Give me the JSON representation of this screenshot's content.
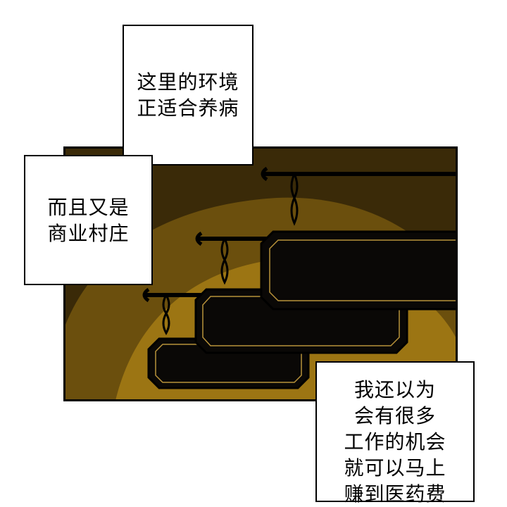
{
  "colors": {
    "background": "#ffffff",
    "panel_dark": "#3a2a08",
    "panel_mid": "#6b4f0d",
    "light_glow": "#9c7513",
    "sign_fill": "#0a0806",
    "sign_trim": "#b8923a"
  },
  "bubbles": {
    "top": {
      "lines": [
        "这里的环境",
        "正适合养病"
      ]
    },
    "left": {
      "lines": [
        "而且又是",
        "商业村庄"
      ]
    },
    "bottom": {
      "lines": [
        "我还以为",
        "会有很多",
        "工作的机会",
        "就可以马上",
        "赚到医药费"
      ]
    }
  }
}
